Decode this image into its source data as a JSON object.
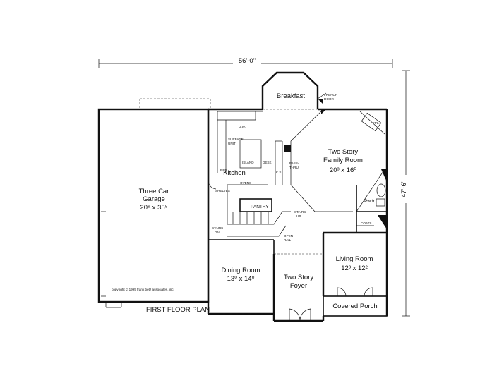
{
  "plan": {
    "title": "FIRST FLOOR PLAN",
    "copyright": "copyright © 1995 frank betz associates, inc.",
    "overall_width": "56'-0\"",
    "overall_depth": "47'-6\""
  },
  "rooms": {
    "garage": {
      "name_1": "Three Car",
      "name_2": "Garage",
      "size": "20⁹ x 35⁵"
    },
    "breakfast": {
      "name": "Breakfast"
    },
    "family": {
      "name_1": "Two Story",
      "name_2": "Family Room",
      "size": "20³ x 16⁰"
    },
    "kitchen": {
      "name": "Kitchen"
    },
    "dining": {
      "name": "Dining Room",
      "size": "13⁰ x 14⁰"
    },
    "foyer": {
      "name_1": "Two Story",
      "name_2": "Foyer"
    },
    "living": {
      "name": "Living Room",
      "size": "12³ x 12²"
    },
    "porch": {
      "name": "Covered Porch"
    },
    "powder": {
      "name": "Pwdr."
    },
    "pantry": {
      "name": "PANTRY"
    }
  },
  "labels": {
    "french_door_1": "FRENCH",
    "french_door_2": "DOOR",
    "fpl": "FPL.",
    "dw": "D.W.",
    "surface_unit_1": "SURFACE",
    "surface_unit_2": "UNIT",
    "island": "ISLAND",
    "desk": "DESK",
    "pass_thru_1": "PASS-",
    "pass_thru_2": "THRU",
    "ks": "K.S.",
    "ref": "REF",
    "shelves": "SHELVES",
    "ovens": "OVENS",
    "stairs_up_1": "STAIRS",
    "stairs_up_2": "UP",
    "stairs_dn_1": "STAIRS",
    "stairs_dn_2": "DN.",
    "open_rail_1": "OPEN",
    "open_rail_2": "RAIL",
    "coats": "COATS"
  }
}
